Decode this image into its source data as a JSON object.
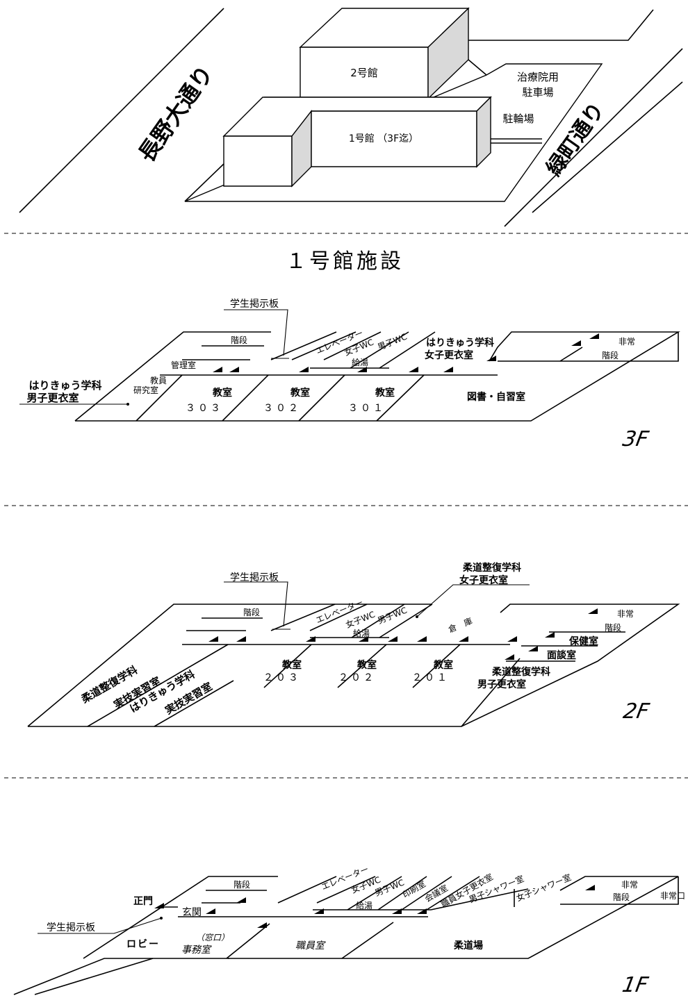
{
  "map": {
    "street_left": "長野大通り",
    "street_right": "緑町通り",
    "building2": "2号館",
    "building1": "1号館 （3F迄）",
    "clinic_parking_1": "治療院用",
    "clinic_parking_2": "駐車場",
    "bicycle_parking": "駐輪場"
  },
  "section_title": "１号館施設",
  "floor3": {
    "label": "3F",
    "bulletin": "学生掲示板",
    "stairs": "階段",
    "elevator": "エレベーター",
    "womens_wc": "女子WC",
    "mens_wc": "男子WC",
    "kitchen": "給湯",
    "admin_room": "管理室",
    "faculty_1": "教員",
    "faculty_2": "研究室",
    "locker_f_1": "はりきゅう学科",
    "locker_f_2": "女子更衣室",
    "locker_m_1": "はりきゅう学科",
    "locker_m_2": "男子更衣室",
    "emergency": "非常",
    "emergency_stairs": "階段",
    "classroom_label": "教室",
    "room_303": "３０３",
    "room_302": "３０２",
    "room_301": "３０１",
    "library": "図書・自習室"
  },
  "floor2": {
    "label": "2F",
    "bulletin": "学生掲示板",
    "locker_f_1": "柔道整復学科",
    "locker_f_2": "女子更衣室",
    "stairs": "階段",
    "elevator": "エレベーター",
    "womens_wc": "女子WC",
    "mens_wc": "男子WC",
    "kitchen": "給湯",
    "storage": "倉　庫",
    "emergency": "非常",
    "emergency_stairs": "階段",
    "health_room": "保健室",
    "interview_room": "面談室",
    "judo_practice_1": "柔道整復学科",
    "judo_practice_2": "実技実習室",
    "acu_practice_1": "はりきゅう学科",
    "acu_practice_2": "実技実習室",
    "classroom_label": "教室",
    "room_203": "２０３",
    "room_202": "２０２",
    "room_201": "２０１",
    "locker_m_1": "柔道整復学科",
    "locker_m_2": "男子更衣室"
  },
  "floor1": {
    "label": "1F",
    "main_gate": "正門",
    "stairs": "階段",
    "elevator": "エレベーター",
    "womens_wc": "女子WC",
    "mens_wc": "男子WC",
    "print_room": "印刷室",
    "meeting_room": "会議室",
    "staff_locker": "職員女子更衣室",
    "men_shower": "男子シャワー室",
    "women_shower": "女子シャワー室",
    "emergency": "非常",
    "emergency_stairs": "階段",
    "emergency_exit": "非常口",
    "entrance": "玄関",
    "bulletin": "学生掲示板",
    "kitchen": "給湯",
    "window": "（窓口）",
    "lobby": "ロビー",
    "office": "事務室",
    "staff_room": "職員室",
    "judo_hall": "柔道場"
  }
}
